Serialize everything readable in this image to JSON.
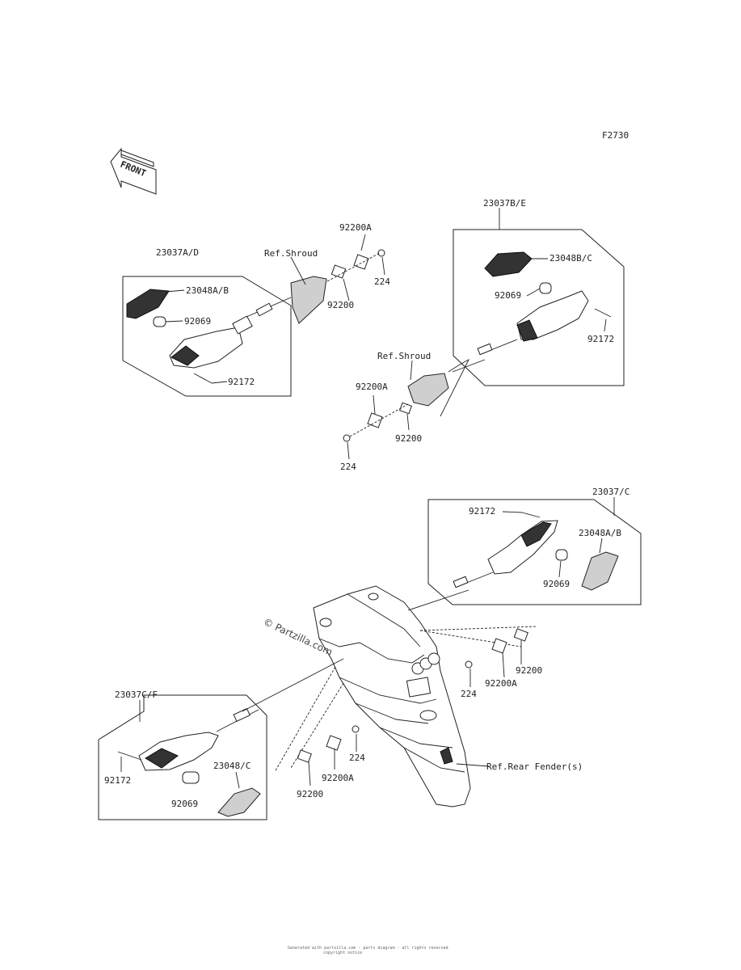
{
  "figure_code": "F2730",
  "front_label": "FRONT",
  "watermark": "© Partzilla.com",
  "footer_line1": "Generated with partzilla.com · parts diagram · all rights reserved",
  "footer_line2": "copyright notice",
  "labels": {
    "a23037AD": "23037A/D",
    "a23048AB_1": "23048A/B",
    "a92069_1": "92069",
    "a92172_1": "92172",
    "refShroud1": "Ref.Shroud",
    "a92200A_1": "92200A",
    "a224_1": "224",
    "a92200_1": "92200",
    "a23037BE": "23037B/E",
    "a23048BC_1": "23048B/C",
    "a92069_2": "92069",
    "a92172_2": "92172",
    "refShroud2": "Ref.Shroud",
    "a92200A_2": "92200A",
    "a92200_2": "92200",
    "a224_2": "224",
    "a23037C": "23037/C",
    "a92172_3": "92172",
    "a23048AB_2": "23048A/B",
    "a92069_3": "92069",
    "a92200_3": "92200",
    "a224_3": "224",
    "a92200A_3": "92200A",
    "a23037CF": "23037C/F",
    "a92172_4": "92172",
    "a23048C": "23048/C",
    "a92069_4": "92069",
    "a224_4": "224",
    "a92200A_4": "92200A",
    "a92200_4": "92200",
    "refRearFender": "Ref.Rear Fender(s)"
  }
}
